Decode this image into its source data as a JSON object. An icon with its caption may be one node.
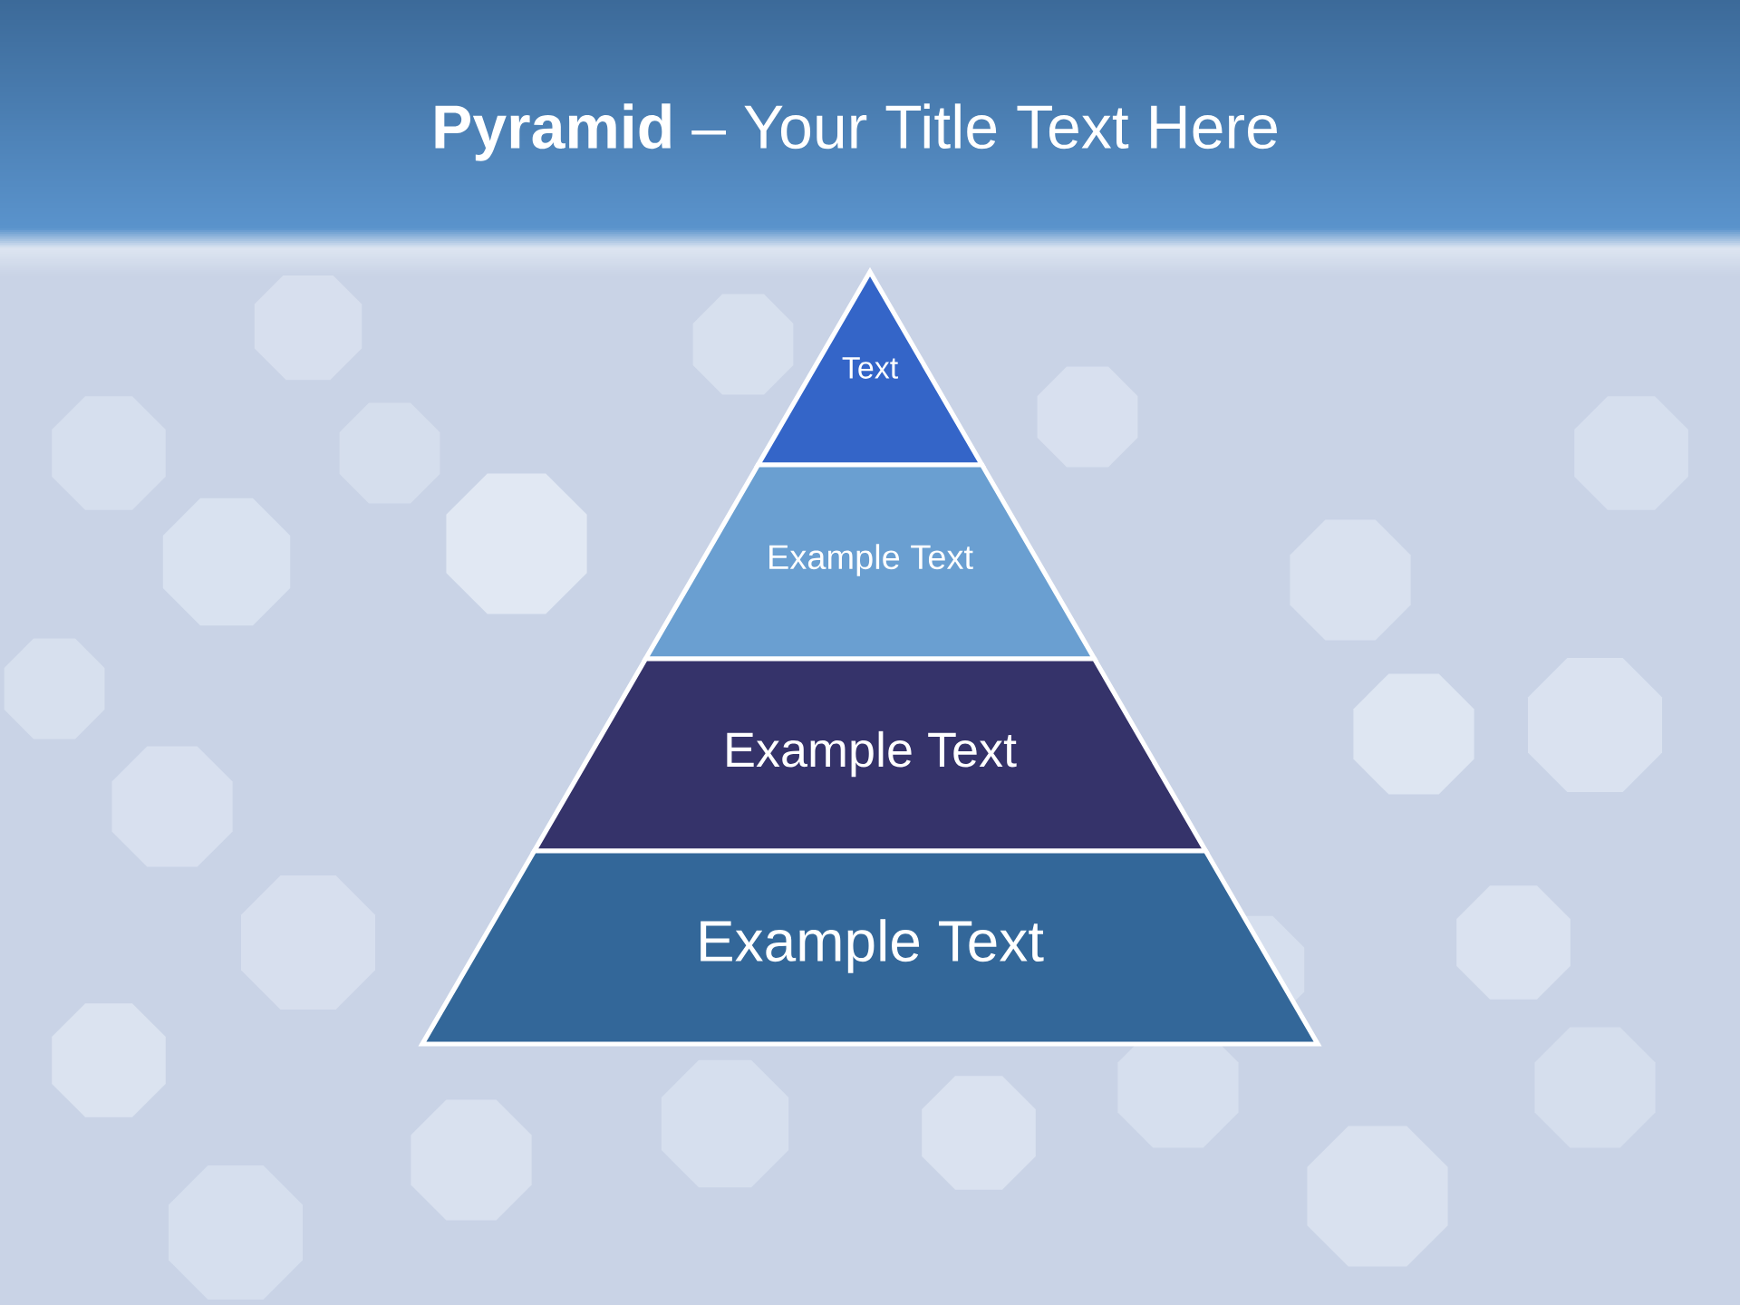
{
  "diagram": {
    "title": "**Pyramid** – Your Title Text Here",
    "nodes": [
      {
        "text": [
          "Text"
        ]
      },
      {
        "text": [
          "Example Text"
        ]
      },
      {
        "text": [
          "Example Text"
        ]
      },
      {
        "text": [
          "Example Text"
        ]
      }
    ]
  }
}
